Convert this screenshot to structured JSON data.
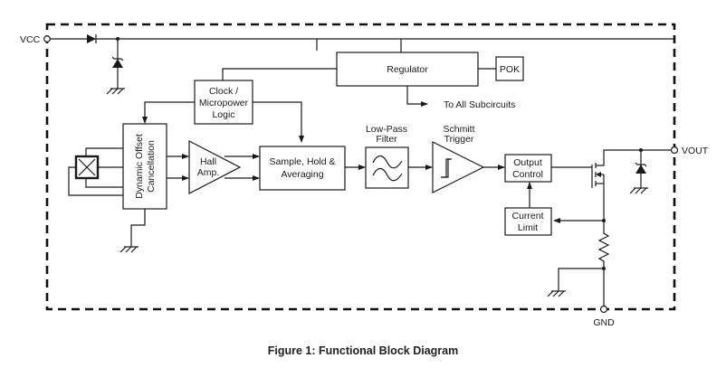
{
  "figure": {
    "caption": "Figure 1: Functional Block Diagram"
  },
  "pins": {
    "vcc": "VCC",
    "vout": "VOUT",
    "gnd": "GND"
  },
  "blocks": {
    "regulator": "Regulator",
    "pok": "POK",
    "subcircuits_note": "To All Subcircuits",
    "clock": [
      "Clock /",
      "Micropower",
      "Logic"
    ],
    "dynamic_offset": [
      "Dynamic Offset",
      "Cancellation"
    ],
    "hall_amp": [
      "Hall",
      "Amp."
    ],
    "sample_hold": [
      "Sample, Hold &",
      "Averaging"
    ],
    "low_pass_filter_title": [
      "Low-Pass",
      "Filter"
    ],
    "schmitt_trigger_title": [
      "Schmitt",
      "Trigger"
    ],
    "output_control": [
      "Output",
      "Control"
    ],
    "current_limit": [
      "Current",
      "Limit"
    ]
  },
  "colors": {
    "line": "#1a1a1a",
    "background": "#ffffff"
  }
}
